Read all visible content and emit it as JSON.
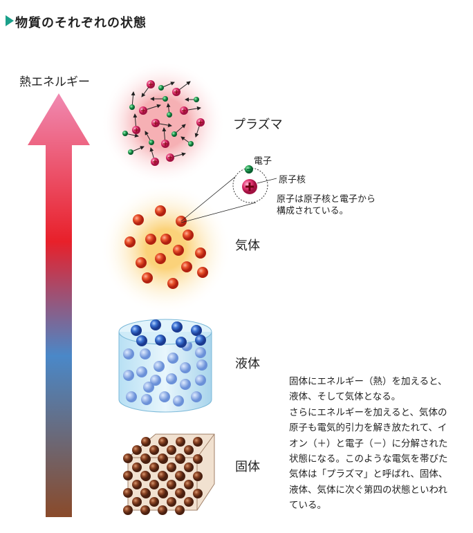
{
  "title": "物質のそれぞれの状態",
  "arrow_label": "熱エネルギー",
  "states": {
    "plasma": "プラズマ",
    "gas": "気体",
    "liquid": "液体",
    "solid": "固体"
  },
  "atom": {
    "electron_label": "電子",
    "nucleus_label": "原子核",
    "description_lines": [
      "原子は原子核と電子から",
      "構成されている。"
    ]
  },
  "paragraph_lines": [
    "固体にエネルギー（熱）を加えると、",
    "液体、そして気体となる。",
    "さらにエネルギーを加えると、気体の",
    "原子も電気的引力を解き放たれて、イ",
    "オン（＋）と電子（－）に分解された",
    "状態になる。このような電気を帯びた",
    "気体は「プラズマ」と呼ばれ、固体、",
    "液体、気体に次ぐ第四の状態といわれ",
    "ている。"
  ],
  "colors": {
    "accent": "#1aa08a",
    "arrow_top": "#f088b0",
    "arrow_mid": "#e8202a",
    "arrow_blue": "#4a88c8",
    "arrow_bottom": "#8a4a2a"
  }
}
